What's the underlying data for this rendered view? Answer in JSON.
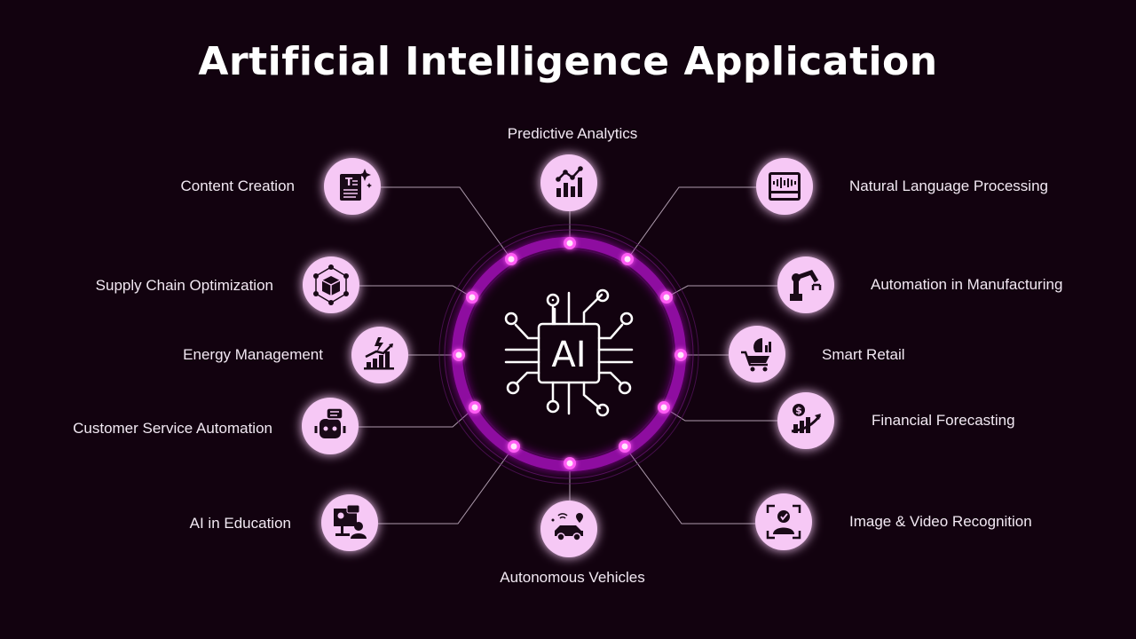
{
  "title": "Artificial Intelligence Application",
  "colors": {
    "background": "#12020f",
    "ring": "#8e10a0",
    "node_fill": "#f6c8f5",
    "dot": "#ff5cf4",
    "line": "#c9b6c9"
  },
  "center": {
    "label": "AI",
    "icon": "ai-chip-icon"
  },
  "applications": [
    {
      "label": "Predictive Analytics",
      "icon": "bar-chart-icon"
    },
    {
      "label": "Natural Language Processing",
      "icon": "sound-wave-icon"
    },
    {
      "label": "Automation in Manufacturing",
      "icon": "robot-arm-icon"
    },
    {
      "label": "Smart Retail",
      "icon": "shopping-cart-icon"
    },
    {
      "label": "Financial Forecasting",
      "icon": "dollar-growth-icon"
    },
    {
      "label": "Image & Video Recognition",
      "icon": "face-scan-icon"
    },
    {
      "label": "Autonomous Vehicles",
      "icon": "car-icon"
    },
    {
      "label": "AI in Education",
      "icon": "teacher-screen-icon"
    },
    {
      "label": "Customer Service Automation",
      "icon": "chatbot-icon"
    },
    {
      "label": "Energy Management",
      "icon": "energy-chart-icon"
    },
    {
      "label": "Supply Chain Optimization",
      "icon": "cube-network-icon"
    },
    {
      "label": "Content Creation",
      "icon": "document-sparkle-icon"
    }
  ]
}
